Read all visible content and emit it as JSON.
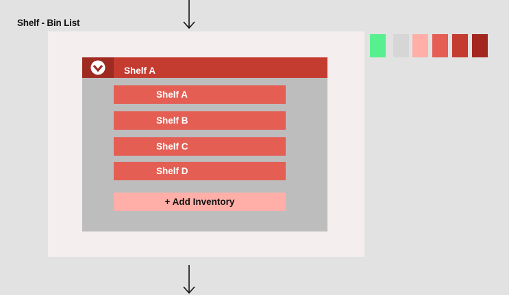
{
  "frame": {
    "title": "Shelf - Bin List"
  },
  "appbar": {
    "logo_icon": "chevron-down-logo-icon",
    "title": "Shelf A"
  },
  "shelves": [
    {
      "label": "Shelf A"
    },
    {
      "label": "Shelf B"
    },
    {
      "label": "Shelf C"
    },
    {
      "label": "Shelf D"
    }
  ],
  "add_button": {
    "label": "+ Add Inventory"
  },
  "palette": [
    {
      "name": "green",
      "color": "#58f08e"
    },
    {
      "name": "light-gray",
      "color": "#d6d6d6"
    },
    {
      "name": "light-pink",
      "color": "#ffafa8"
    },
    {
      "name": "coral",
      "color": "#e45e53"
    },
    {
      "name": "red",
      "color": "#c43b30"
    },
    {
      "name": "dark-red",
      "color": "#a3271f"
    }
  ],
  "icons": {
    "flow_arrow_top": "arrow-down-icon",
    "flow_arrow_bottom": "arrow-down-icon"
  }
}
